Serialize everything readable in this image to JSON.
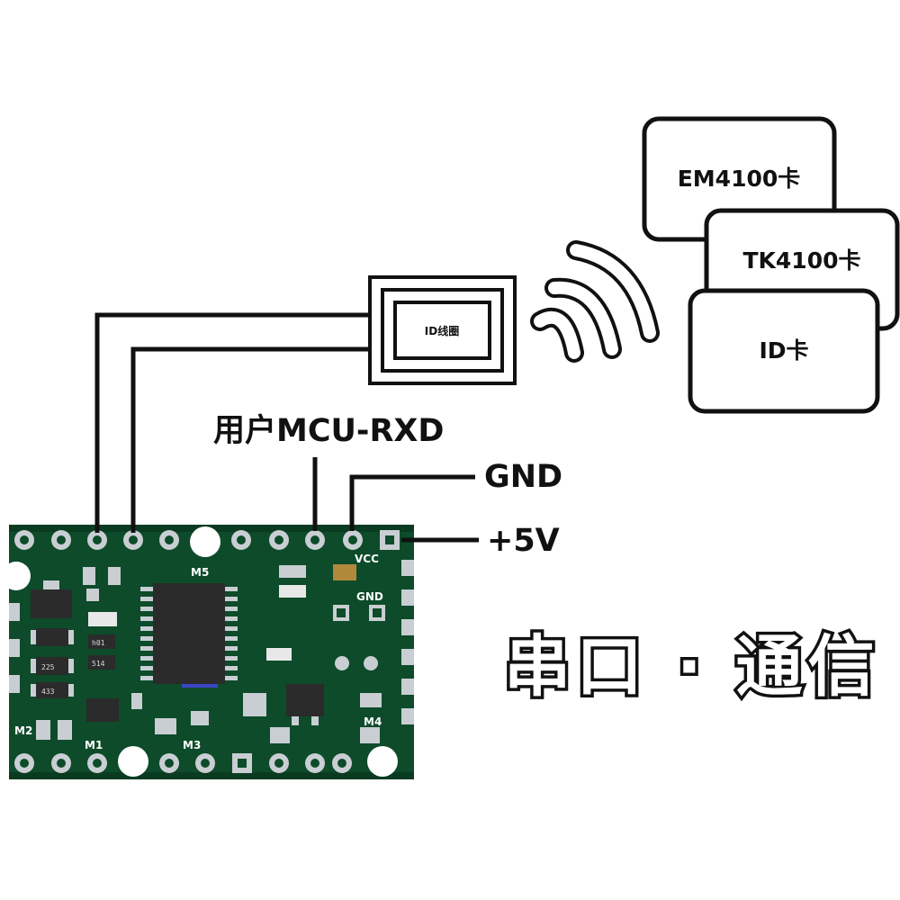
{
  "cards": [
    {
      "id": "em4100",
      "label": "EM4100卡"
    },
    {
      "id": "tk4100",
      "label": "TK4100卡"
    },
    {
      "id": "id",
      "label": "ID卡"
    }
  ],
  "coil": {
    "label": "ID线圈"
  },
  "pins": {
    "mcu_rxd": "用户MCU-RXD",
    "gnd": "GND",
    "vcc": "+5V"
  },
  "title": "串口 · 通信",
  "board": {
    "silkscreen": {
      "m1": "M1",
      "m2": "M2",
      "m3": "M3",
      "m4": "M4",
      "m5": "M5",
      "gnd": "GND",
      "vcc": "VCC"
    },
    "chip_marks": {
      "c1": "h01",
      "c2": "514",
      "c3": "225",
      "c4": "433"
    },
    "colors": {
      "pcb": "#0d4b2a",
      "pad": "#c9ced3",
      "chip": "#2b2b2b",
      "silk": "#ffffff"
    }
  }
}
